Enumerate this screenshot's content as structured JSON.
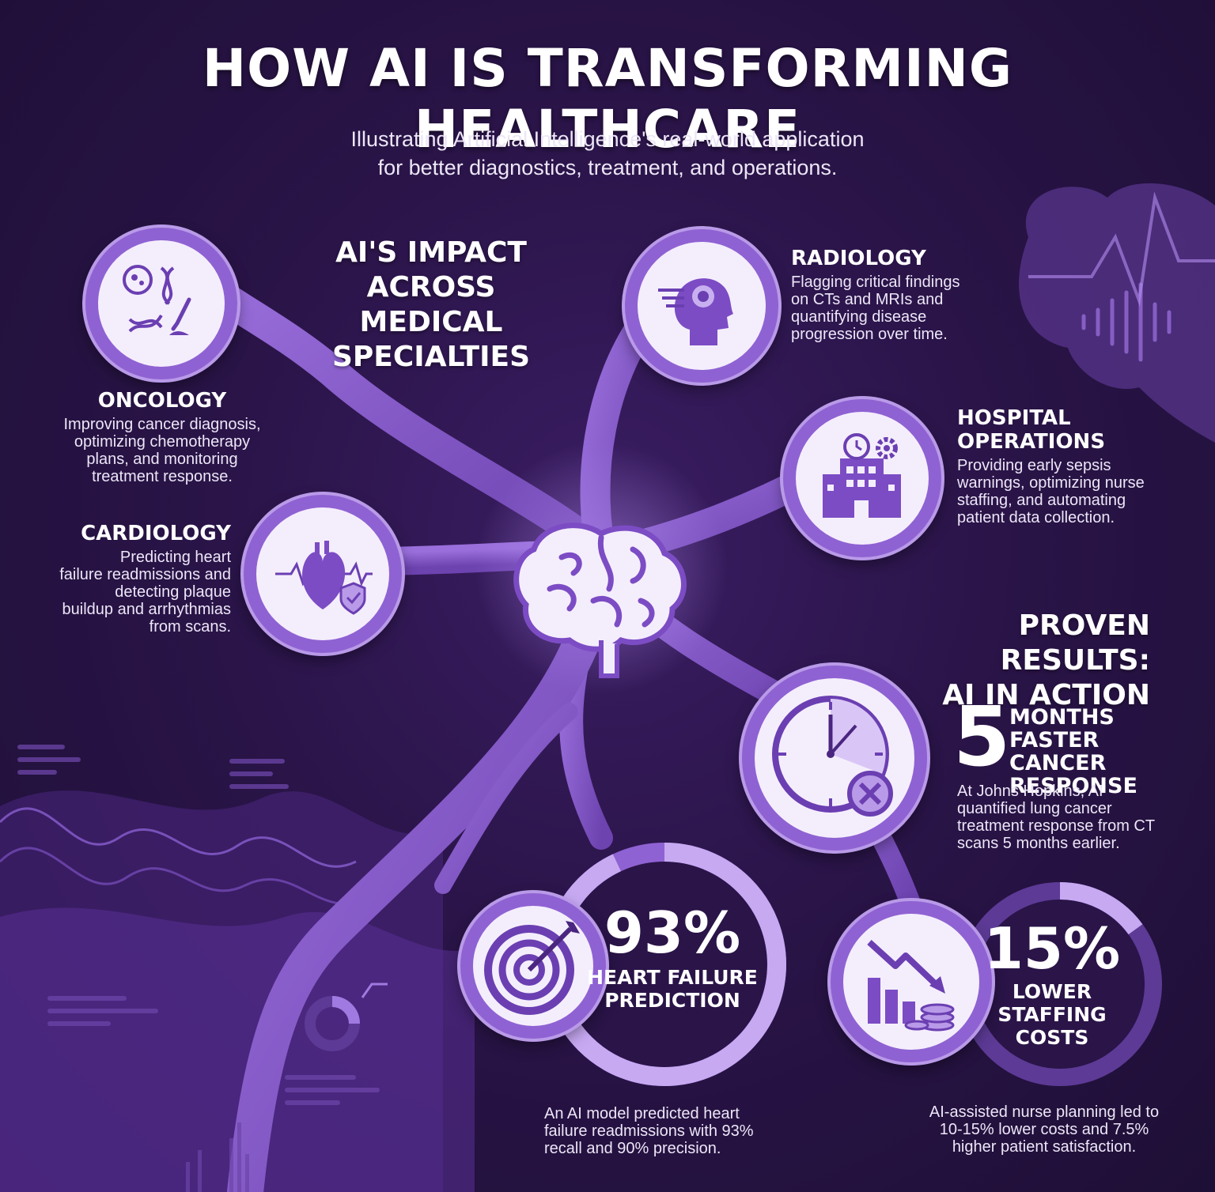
{
  "header": {
    "title": "HOW AI IS TRANSFORMING HEALTHCARE",
    "subtitle_line1": "Illustrating Artificial Intelligence's real-world application",
    "subtitle_line2": "for better diagnostics, treatment, and operations."
  },
  "impact": {
    "heading_line1": "AI'S IMPACT ACROSS",
    "heading_line2": "MEDICAL SPECIALTIES"
  },
  "specialties": {
    "oncology": {
      "title": "ONCOLOGY",
      "desc": [
        "Improving cancer diagnosis,",
        "optimizing chemotherapy",
        "plans, and monitoring",
        "treatment response."
      ]
    },
    "cardiology": {
      "title": "CARDIOLOGY",
      "desc": [
        "Predicting heart",
        "failure readmissions and",
        "detecting plaque",
        "buildup and arrhythmias",
        "from scans."
      ]
    },
    "radiology": {
      "title": "RADIOLOGY",
      "desc": [
        "Flagging critical findings",
        "on CTs and MRIs and",
        "quantifying disease",
        "progression over time."
      ]
    },
    "hospital": {
      "title_line1": "HOSPITAL",
      "title_line2": "OPERATIONS",
      "desc": [
        "Providing early sepsis",
        "warnings, optimizing nurse",
        "staffing, and automating",
        "patient data collection."
      ]
    }
  },
  "results": {
    "heading_line1": "PROVEN RESULTS:",
    "heading_line2": "AI IN ACTION",
    "months": {
      "value": "5",
      "label": [
        "MONTHS",
        "FASTER CANCER",
        "RESPONSE"
      ],
      "desc": [
        "At Johns Hopkins, AI",
        "quantified lung cancer",
        "treatment response from CT",
        "scans 5 months earlier."
      ]
    },
    "heart": {
      "value": "93%",
      "label": [
        "HEART FAILURE",
        "PREDICTION"
      ],
      "ring_fraction": 0.93,
      "desc": [
        "An AI model predicted heart",
        "failure readmissions with 93%",
        "recall and 90% precision."
      ]
    },
    "staffing": {
      "value": "15%",
      "label": [
        "LOWER",
        "STAFFING",
        "COSTS"
      ],
      "ring_fraction": 0.15,
      "desc": [
        "AI-assisted nurse planning led to",
        "10-15% lower costs and 7.5%",
        "higher patient satisfaction."
      ]
    }
  },
  "icons": {
    "oncology": "cells-dna-dropper-icon",
    "cardiology": "heart-shield-icon",
    "radiology": "head-scan-icon",
    "hospital": "hospital-clock-gear-icon",
    "center": "brain-icon",
    "months": "clock-cancel-icon",
    "heart": "target-arrow-icon",
    "staffing": "chart-down-coins-icon"
  },
  "colors": {
    "background": "#2a1448",
    "accent": "#8f62d3",
    "accent_light": "#b99ae8",
    "icon_fill": "#6b3fb2",
    "circle_fill": "#f4eefc"
  }
}
